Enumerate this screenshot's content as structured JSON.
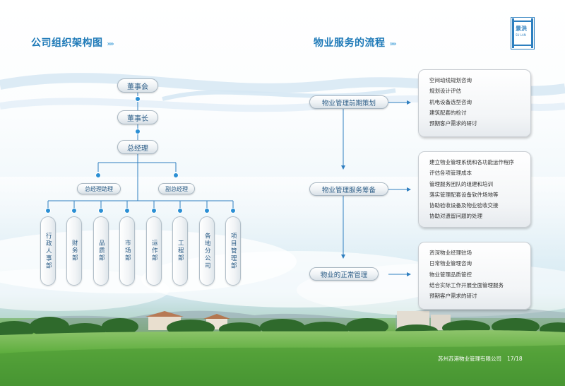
{
  "org_chart": {
    "title": "公司组织架构图",
    "chevrons": "»»",
    "board": "董事会",
    "chairman": "董事长",
    "general_manager": "总经理",
    "assistant_gm": "总经理助理",
    "deputy_gm": "副总经理",
    "departments": [
      "行政人事部",
      "财务部",
      "品质部",
      "市场部",
      "运作部",
      "工程部",
      "各地分公司",
      "项目管理部"
    ]
  },
  "process": {
    "title": "物业服务的流程",
    "chevrons": "»»",
    "stages": [
      {
        "label": "物业管理前期策划",
        "items": [
          "空间动线规划咨询",
          "规划设计评估",
          "机电设备选型咨询",
          "建筑配套的检讨",
          "预期客户需求的研讨"
        ]
      },
      {
        "label": "物业管理服务筹备",
        "items": [
          "建立物业管理系统和各功能运作程序",
          "评估各项管理成本",
          "管理服务团队的组建和培训",
          "落实管理配套设备软件场地等",
          "协助验收设备及物业验收交接",
          "协助对遗留问题的处理"
        ]
      },
      {
        "label": "物业的正常管理",
        "items": [
          "资深物业经理驻场",
          "日常物业管理咨询",
          "物业管理品质管控",
          "结合实际工作开展全面管理服务",
          "预期客户需求的研讨"
        ]
      }
    ]
  },
  "logo": {
    "text": "景洪",
    "sub": "SU LAN"
  },
  "footer": {
    "company": "苏州苏港物业管理有限公司",
    "page": "17/18"
  },
  "colors": {
    "accent": "#1f7ab8",
    "dot": "#2a8fd4",
    "line": "#2f7fc0"
  }
}
